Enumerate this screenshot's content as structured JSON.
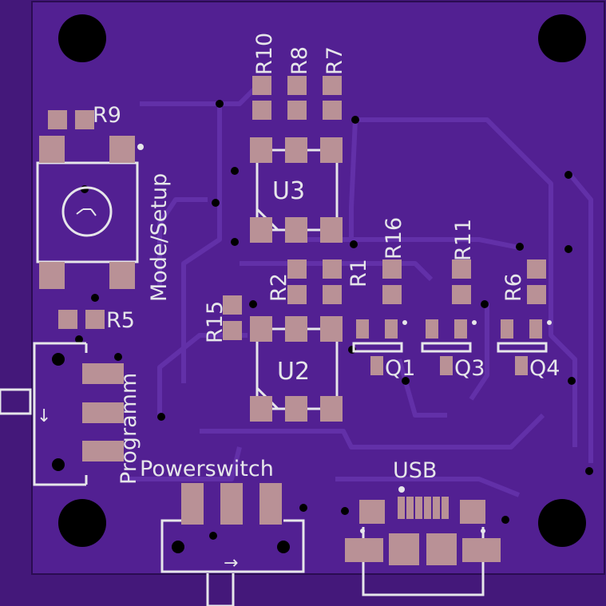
{
  "colors": {
    "background": "#44187a",
    "board": "#522092",
    "trace": "#5e2aa2",
    "pad": "#b99196",
    "silkscreen": "#e6e6ea",
    "hole": "#000000"
  },
  "labels": {
    "r10": "R10",
    "r8": "R8",
    "r7": "R7",
    "r9": "R9",
    "mode_setup": "Mode/Setup",
    "u3": "U3",
    "r16": "R16",
    "r11": "R11",
    "r1": "R1",
    "r2": "R2",
    "r6": "R6",
    "r15": "R15",
    "r5": "R5",
    "u2": "U2",
    "q1": "Q1",
    "q3": "Q3",
    "q4": "Q4",
    "programm": "Programm",
    "powerswitch": "Powerswitch",
    "usb": "USB",
    "arrow_down": "↓",
    "arrow_right": "→"
  }
}
